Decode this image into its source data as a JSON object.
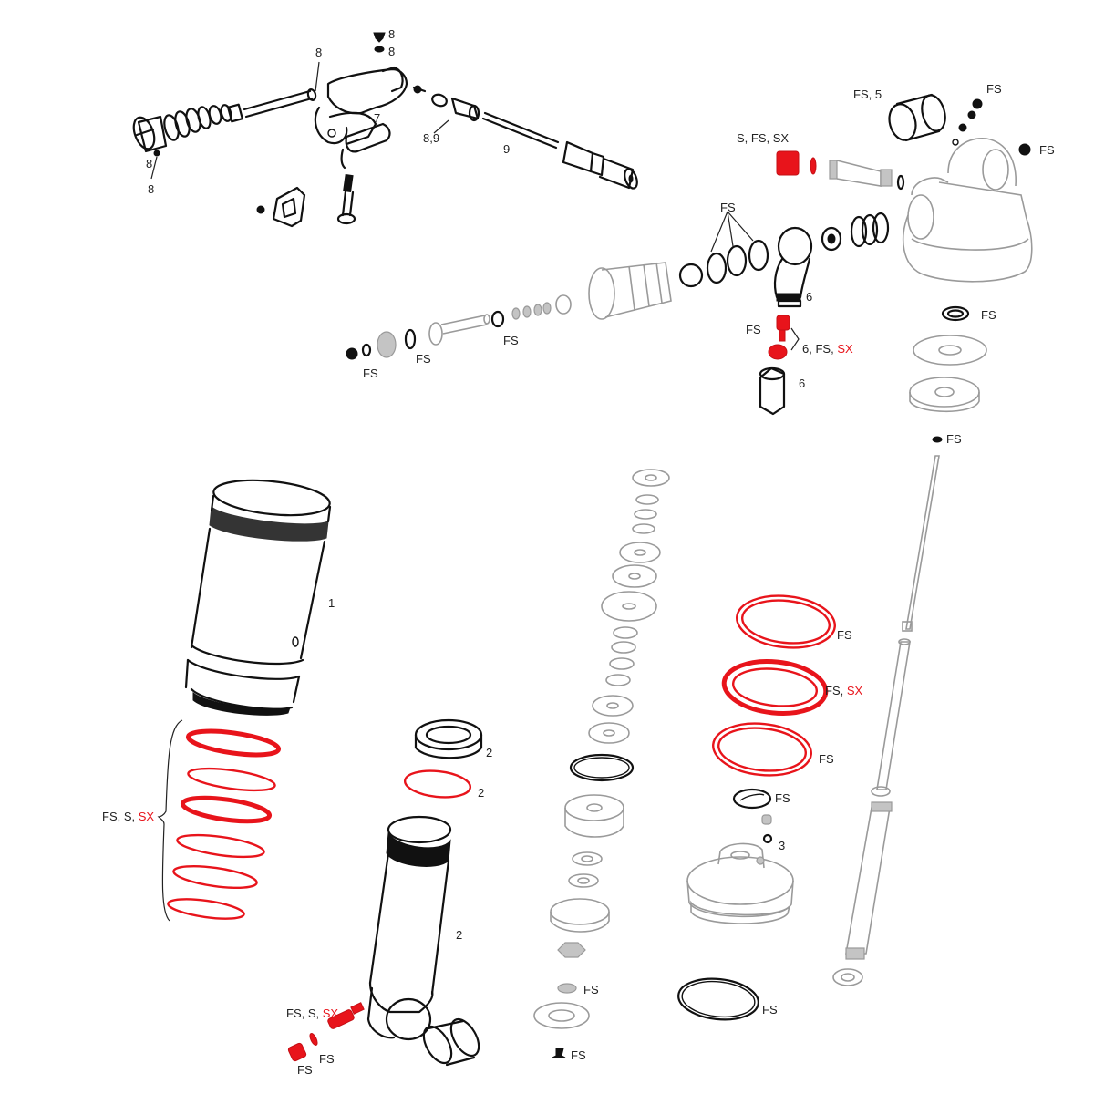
{
  "diagram": {
    "type": "exploded-parts-diagram",
    "subject": "rear shock absorber service parts",
    "accent_color": "#e8141b",
    "ink_color": "#111111",
    "faded_color": "#9a9a9a",
    "labels": {
      "lever_top_8a": "8",
      "lever_top_8b": "8",
      "lever_rod_8": "8",
      "lever_knob_8a": "8",
      "lever_knob_8b": "8",
      "lever_body_7": "7",
      "lever_pin_89": "8,9",
      "lever_rod_9": "9",
      "bushing_fs5": "FS, 5",
      "cap_screws_fs": "FS",
      "cap_screw_side_fs": "FS",
      "red_valve_prefix": "S, FS, SX",
      "seals_group_fs": "FS",
      "banjo_6_top": "6",
      "red_bolt_fs": "FS",
      "red_bolt_group_prefix": "6, FS,",
      "red_bolt_group_sx": "SX",
      "banjo_nut_6": "6",
      "shaft_oring_fs": "FS",
      "shaft_washer_fs": "FS",
      "shaft_end_fs": "FS",
      "top_oring_fs": "FS",
      "small_oring_fs": "FS",
      "air_can_1": "1",
      "ring_group_prefix": "FS, S,",
      "ring_group_sx": "SX",
      "seal_head_2a": "2",
      "seal_head_2b": "2",
      "body_2": "2",
      "red_ring_a_fs": "FS",
      "red_ring_b_prefix": "FS,",
      "red_ring_b_sx": "SX",
      "red_ring_c_fs": "FS",
      "piston_oring_fs": "FS",
      "piston_part_3": "3",
      "shim_nut_fs": "FS",
      "shim_bolt_fs": "FS",
      "large_oring_fs": "FS",
      "valve_prefix": "FS, S,",
      "valve_sx": "SX",
      "valve_cap_fs_a": "FS",
      "valve_cap_fs_b": "FS"
    },
    "legend_codes": [
      "FS",
      "S",
      "SX"
    ],
    "part_numbers": [
      "1",
      "2",
      "3",
      "5",
      "6",
      "7",
      "8",
      "9"
    ]
  }
}
